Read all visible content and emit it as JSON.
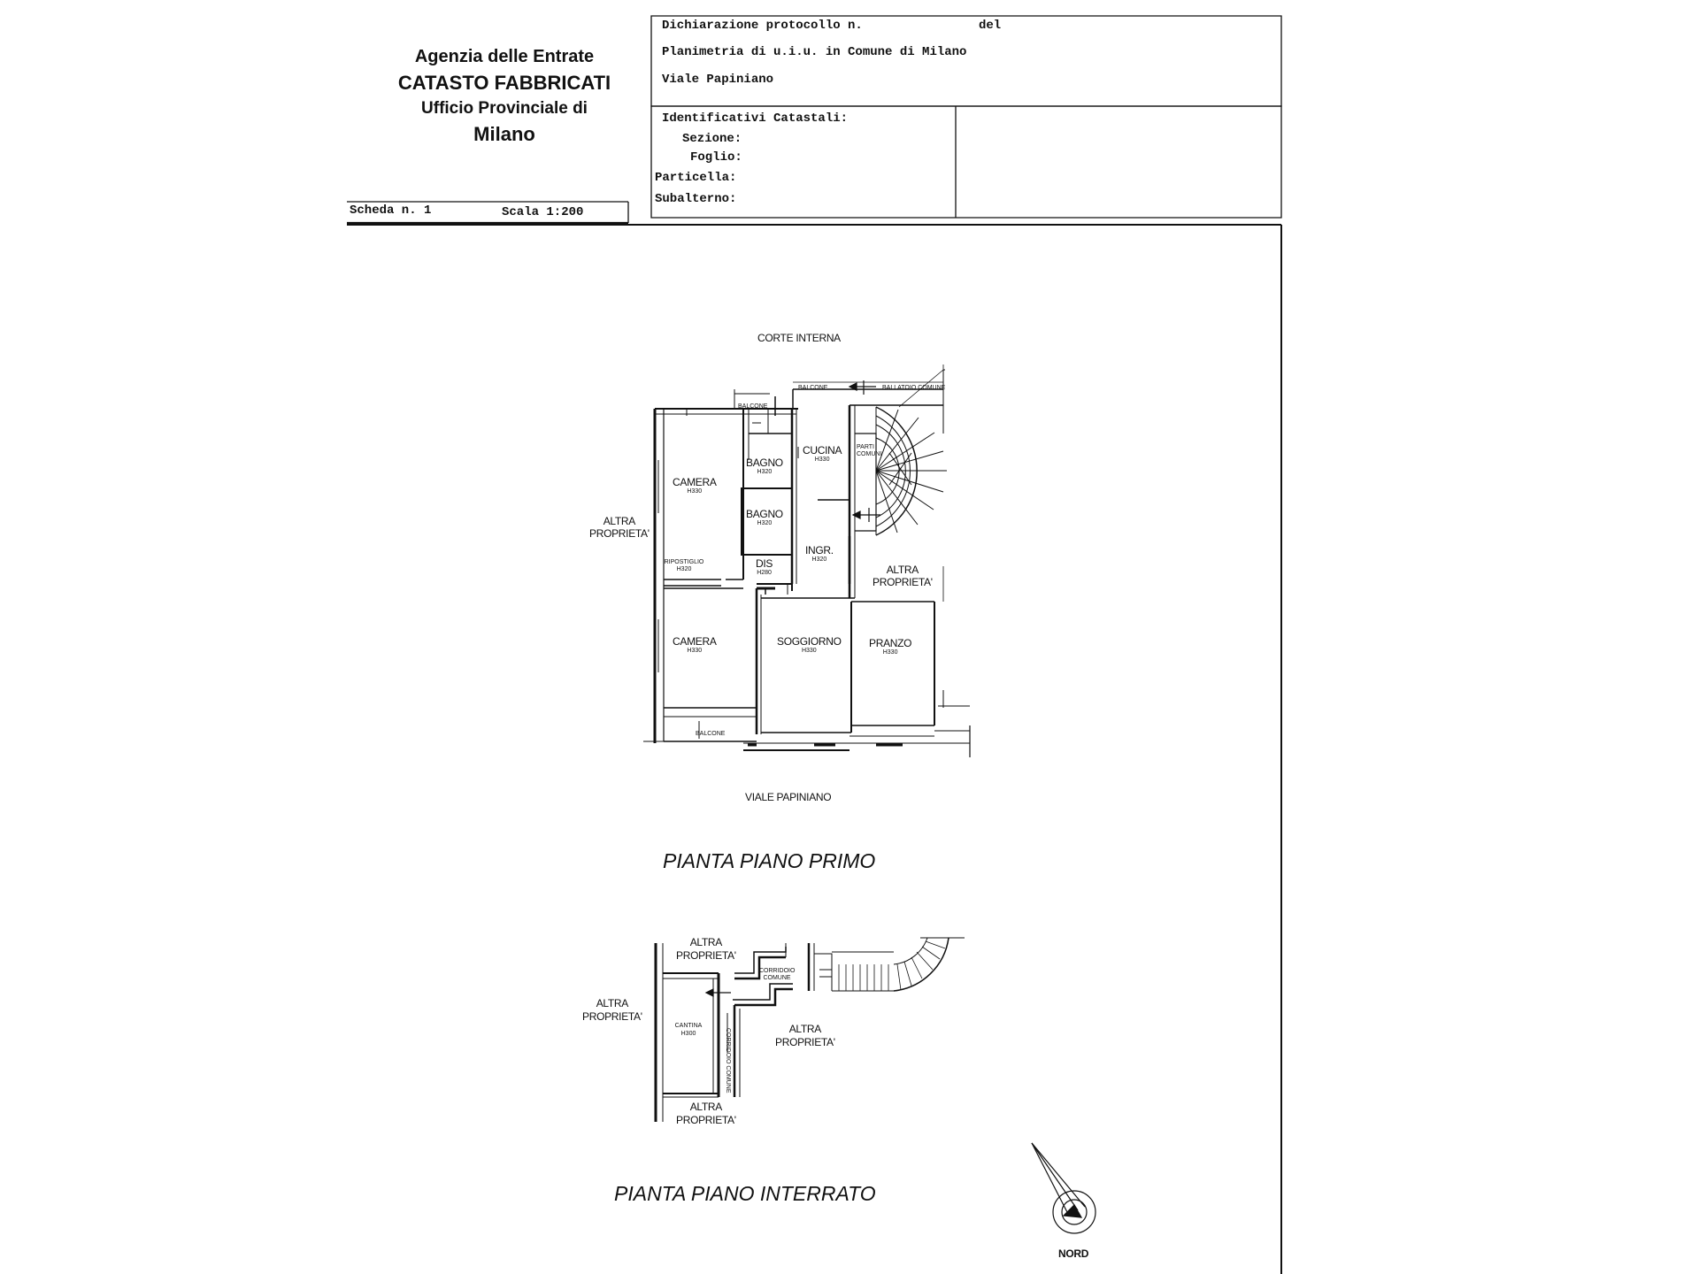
{
  "header": {
    "agency_line1": "Agenzia delle Entrate",
    "agency_line2": "CATASTO FABBRICATI",
    "agency_line3": "Ufficio Provinciale di",
    "agency_line4": "Milano",
    "scheda": "Scheda n. 1",
    "scala": "Scala 1:200",
    "dichiarazione": "Dichiarazione protocollo n.",
    "del": "del",
    "planimetria": "Planimetria di u.i.u. in Comune di Milano",
    "via": "Viale Papiniano",
    "identificativi": "Identificativi Catastali:",
    "sezione": "Sezione:",
    "foglio": "Foglio:",
    "particella": "Particella:",
    "subalterno": "Subalterno:"
  },
  "plan_primo": {
    "title": "PIANTA PIANO PRIMO",
    "corte": "CORTE INTERNA",
    "street": "VIALE PAPINIANO",
    "altra_left_1": "ALTRA",
    "altra_left_2": "PROPRIETA'",
    "altra_right_1": "ALTRA",
    "altra_right_2": "PROPRIETA'",
    "rooms": [
      {
        "name": "CAMERA",
        "height": "H330"
      },
      {
        "name": "BAGNO",
        "height": "H320"
      },
      {
        "name": "BAGNO",
        "height": "H320"
      },
      {
        "name": "CUCINA",
        "height": "H330"
      },
      {
        "name": "INGR.",
        "height": "H320"
      },
      {
        "name": "DIS",
        "height": "H280"
      },
      {
        "name": "RIPOSTIGLIO",
        "height": "H320"
      },
      {
        "name": "CAMERA",
        "height": "H330"
      },
      {
        "name": "SOGGIORNO",
        "height": "H330"
      },
      {
        "name": "PRANZO",
        "height": "H330"
      }
    ],
    "balcone_top": "BALCONE",
    "balcone_bottom": "BALCONE",
    "balcone_corte": "BALCONE",
    "ballatoio": "BALLATOIO COMUNE",
    "parti_comuni": "PARTI COMUNI"
  },
  "plan_interrato": {
    "title": "PIANTA PIANO INTERRATO",
    "altra_top_1": "ALTRA",
    "altra_top_2": "PROPRIETA'",
    "altra_left_1": "ALTRA",
    "altra_left_2": "PROPRIETA'",
    "altra_mid_1": "ALTRA",
    "altra_mid_2": "PROPRIETA'",
    "altra_bottom_1": "ALTRA",
    "altra_bottom_2": "PROPRIETA'",
    "cantina": "CANTINA",
    "cantina_h": "H300",
    "corridoio": "CORRIDOIO COMUNE",
    "corridoio_v": "CORRIDOIO COMUNE"
  },
  "compass": {
    "label": "NORD"
  }
}
